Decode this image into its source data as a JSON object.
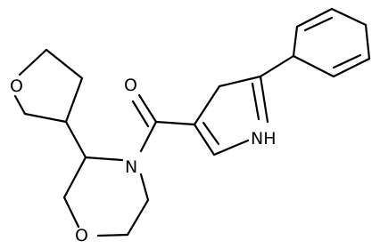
{
  "molecule": {
    "atoms": {
      "oxygen_thf": "O",
      "oxygen_carbonyl": "O",
      "nitrogen_amide": "N",
      "nitrogen_pyrrole": "NH",
      "oxygen_morpholine": "O"
    }
  }
}
